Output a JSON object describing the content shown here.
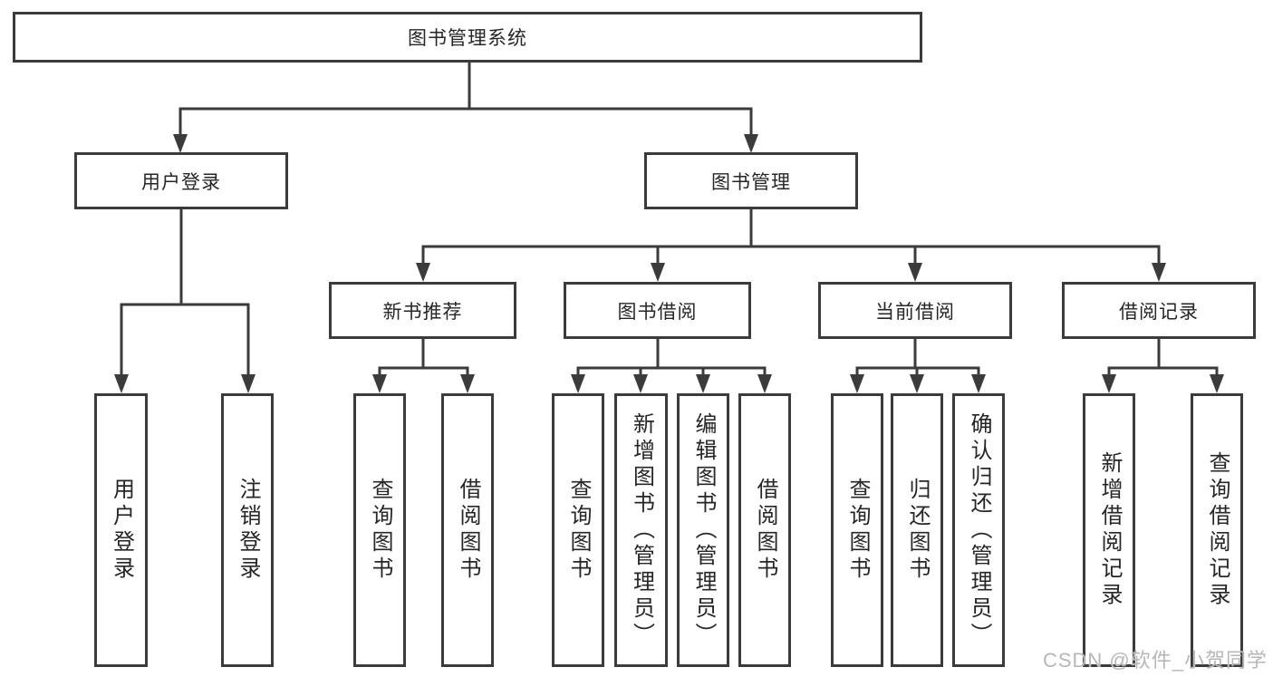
{
  "diagram": {
    "root": {
      "label": "图书管理系统"
    },
    "branches": [
      {
        "label": "用户登录",
        "leaves": [
          {
            "label": "用户登录"
          },
          {
            "label": "注销登录"
          }
        ]
      },
      {
        "label": "图书管理",
        "groups": [
          {
            "label": "新书推荐",
            "leaves": [
              {
                "label": "查询图书"
              },
              {
                "label": "借阅图书"
              }
            ]
          },
          {
            "label": "图书借阅",
            "leaves": [
              {
                "label": "查询图书"
              },
              {
                "label": "新增图书（管理员）"
              },
              {
                "label": "编辑图书（管理员）"
              },
              {
                "label": "借阅图书"
              }
            ]
          },
          {
            "label": "当前借阅",
            "leaves": [
              {
                "label": "查询图书"
              },
              {
                "label": "归还图书"
              },
              {
                "label": "确认归还（管理员）"
              }
            ]
          },
          {
            "label": "借阅记录",
            "leaves": [
              {
                "label": "新增借阅记录"
              },
              {
                "label": "查询借阅记录"
              }
            ]
          }
        ]
      }
    ]
  },
  "watermark": "CSDN @软件_小贺同学",
  "colors": {
    "line": "#3b3b3b",
    "box_border": "#3b3b3b",
    "text": "#262626",
    "background": "#ffffff",
    "watermark": "#b7b7b7"
  }
}
